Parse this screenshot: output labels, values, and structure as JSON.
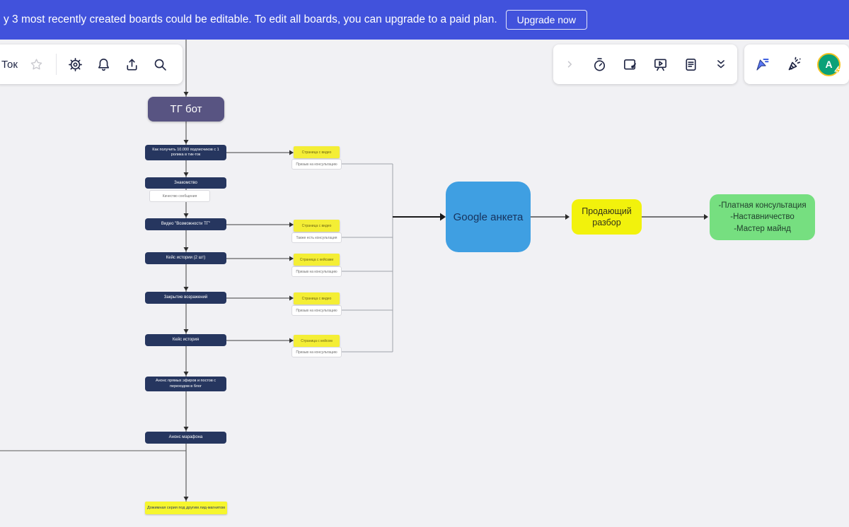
{
  "banner": {
    "message": "y 3 most recently created boards could be editable. To edit all boards, you can upgrade to a paid plan.",
    "upgrade_button": "Upgrade now"
  },
  "toolbar_left": {
    "board_title": "Ток"
  },
  "user_panel": {
    "avatar_initial": "A"
  },
  "diagram": {
    "trunk": [
      {
        "label": "ТГ бот"
      },
      {
        "label": "Как получить 10.000 подписчиков с 1 ролика в тик-ток"
      },
      {
        "label": "Знакомство",
        "note": "Качество сообщения"
      },
      {
        "label": "Видео \"Возможности ТГ\""
      },
      {
        "label": "Кейс истории (2 шт)"
      },
      {
        "label": "Закрытие возражений"
      },
      {
        "label": "Кейс история"
      },
      {
        "label": "Анонс прямых эфиров и постов с переходом в блог"
      },
      {
        "label": "Анонс марафона"
      },
      {
        "label": "Дожимная серия под другим лид-магнитом"
      }
    ],
    "branches": [
      {
        "page": "Страница с видео",
        "note": "Призыв на консультацию"
      },
      {
        "page": "Страница с видео",
        "note": "Также есть консультация"
      },
      {
        "page": "Страница с кейсами",
        "note": "Призыв на консультацию"
      },
      {
        "page": "Страница с видео",
        "note": "Призыв на консультацию"
      },
      {
        "page": "Страница с кейсом",
        "note": "Призыв на консультацию"
      }
    ],
    "funnel": {
      "form": "Google анкета",
      "offer": "Продающий разбор",
      "result_lines": [
        "-Платная консультация",
        "-Наставничество",
        "-Мастер майнд"
      ]
    }
  },
  "colors": {
    "banner": "#4152dc",
    "navy_node": "#26365f",
    "root_node": "#585482",
    "sticky_yellow": "#f4ee35",
    "form_blue": "#3f9fe2",
    "offer_yellow": "#f2f20c",
    "result_green": "#76df80",
    "canvas": "#f1f1f4"
  }
}
